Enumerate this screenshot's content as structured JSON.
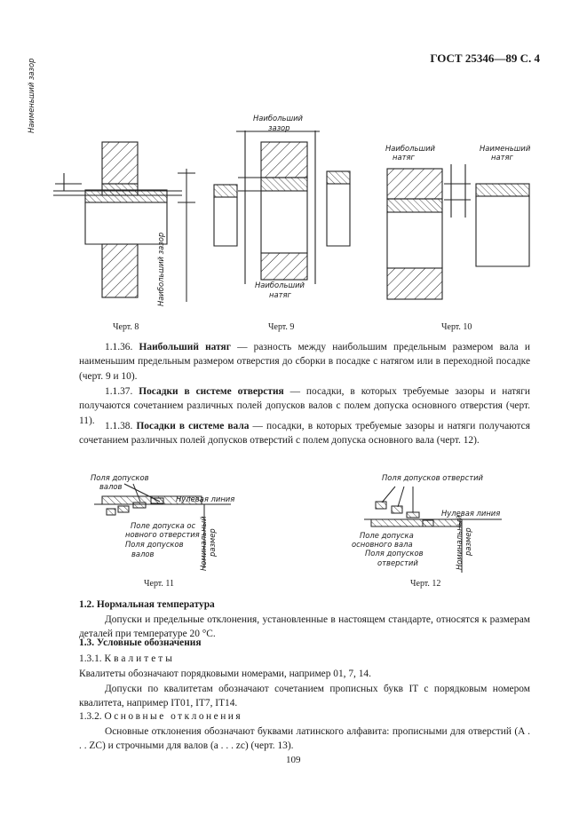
{
  "header": "ГОСТ 25346—89 С. 4",
  "figures": {
    "fig8": {
      "caption": "Черт. 8",
      "label_min_gap": "Наименьший зазор",
      "label_max_gap": "Наибольший зазор"
    },
    "fig9": {
      "caption": "Черт. 9",
      "label_top_1": "Наибольший",
      "label_top_2": "зазор",
      "label_bottom_1": "Наибольший",
      "label_bottom_2": "натяг"
    },
    "fig10": {
      "caption": "Черт. 10",
      "label_left_1": "Наибольший",
      "label_left_2": "натяг",
      "label_right_1": "Наименьший",
      "label_right_2": "натяг"
    },
    "fig11": {
      "caption": "Черт. 11",
      "label_fields_1": "Поля допусков",
      "label_fields_2": "валов",
      "label_zero": "Нулевая линия",
      "label_hole_1": "Поле допуска ос",
      "label_hole_2": "новного отверстия",
      "label_shafts_1": "Поля допусков",
      "label_shafts_2": "валов",
      "label_nominal_1": "Номинальный",
      "label_nominal_2": "размер"
    },
    "fig12": {
      "caption": "Черт. 12",
      "label_fields": "Поля допусков отверстий",
      "label_zero": "Нулевая линия",
      "label_shaft_1": "Поле допуска",
      "label_shaft_2": "основного вала",
      "label_holes_1": "Поля допусков",
      "label_holes_2": "отверстий",
      "label_nominal_1": "Номинальный",
      "label_nominal_2": "размер"
    }
  },
  "p1136": {
    "num": "1.1.36.",
    "term": "Наибольший натяг",
    "text": " — разность между наибольшим предельным размером вала и наименьшим предельным размером отверстия до сборки в посадке с натягом или в переходной посадке (черт. 9 и 10)."
  },
  "p1137": {
    "num": "1.1.37.",
    "term": "Посадки в системе отверстия",
    "text": " — посадки, в которых требуемые зазоры и натяги получаются сочетанием различных полей допусков валов с полем допуска основного отверстия (черт. 11)."
  },
  "p1138": {
    "num": "1.1.38.",
    "term": "Посадки в системе вала",
    "text": " — посадки, в которых требуемые зазоры и натяги получаются сочетанием различных полей допусков отверстий с полем допуска основного вала (черт. 12)."
  },
  "s12": {
    "title": "1.2. Нормальная температура",
    "text": "Допуски и предельные отклонения, установленные в настоящем стандарте, относятся к размерам деталей при температуре 20 °С."
  },
  "s13": {
    "title": "1.3. Условные обозначения"
  },
  "s131": {
    "num": "1.3.1.",
    "title": "Квалитеты",
    "text1": "Квалитеты обозначают порядковыми номерами, например 01, 7, 14.",
    "text2": "Допуски по квалитетам обозначают сочетанием прописных букв IT с порядковым номером квалитета, например IT01, IT7, IT14."
  },
  "s132": {
    "num": "1.3.2.",
    "title": "Основные отклонения",
    "text": "Основные отклонения обозначают буквами латинского алфавита: прописными для отверстий (A . . . ZC) и строчными для валов (a . . . zc) (черт. 13)."
  },
  "page_number": "109"
}
